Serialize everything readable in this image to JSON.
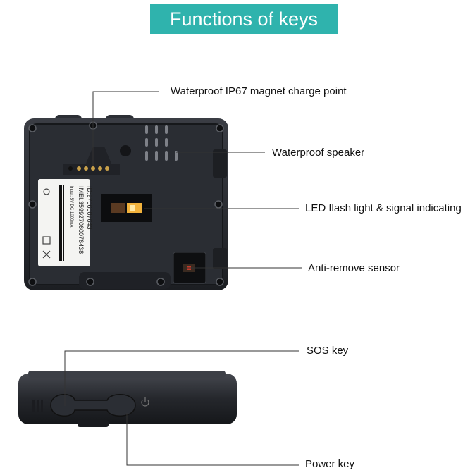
{
  "title": "Functions of keys",
  "labels": {
    "charge_point": "Waterproof IP67 magnet charge point",
    "speaker": "Waterproof speaker",
    "led": "LED flash light & signal indicating",
    "sensor": "Anti-remove sensor",
    "sos": "SOS key",
    "power": "Power key"
  },
  "device_sticker": {
    "id": "ID:2706007643",
    "imei": "IMEI:359927060076438",
    "input": "Input: 5V DC 1000mA"
  },
  "colors": {
    "banner": "#2fb3ad",
    "device": "#222429",
    "leader_line": "#333333"
  }
}
